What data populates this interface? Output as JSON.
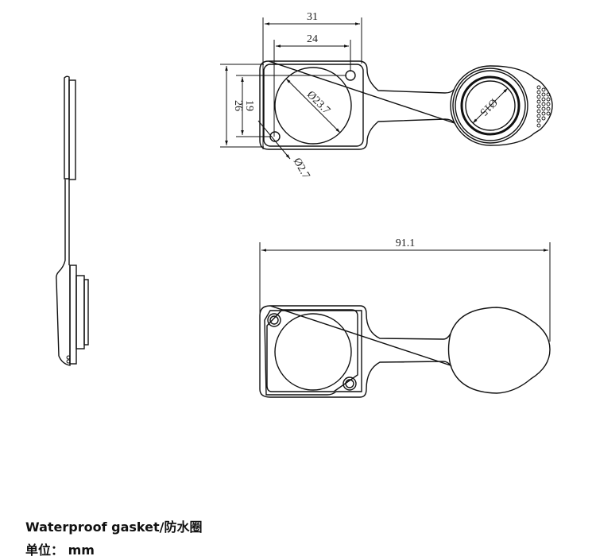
{
  "drawing": {
    "title": "Waterproof gasket/防水圈",
    "units_line": "单位： mm",
    "dimensions": {
      "width_outer": "31",
      "width_holes": "24",
      "height_outer": "26",
      "height_holes": "19",
      "bore_diameter": "Ø23.7",
      "hole_diameter": "Ø2.7",
      "cap_diameter": "Ø15",
      "total_length": "91.1"
    },
    "views": [
      "side-view",
      "top-view-dimensioned",
      "bottom-view"
    ]
  }
}
